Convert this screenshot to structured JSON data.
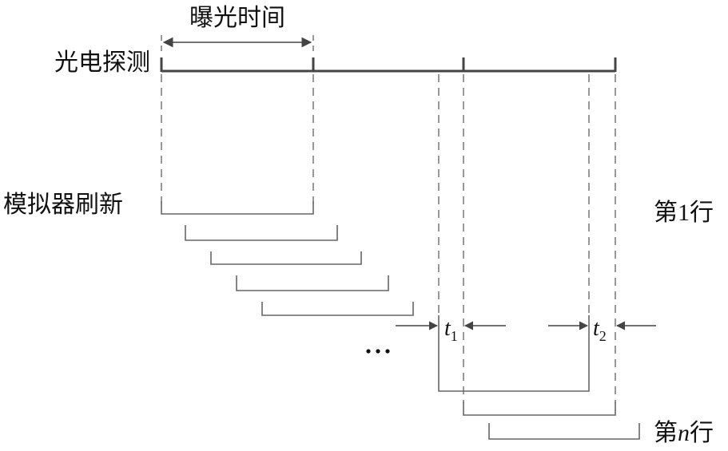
{
  "labels": {
    "exposure_time": "曝光时间",
    "photo_detection": "光电探测",
    "simulator_refresh": "模拟器刷新",
    "row_first_prefix": "第",
    "row_first_num": "1",
    "row_first_suffix": "行",
    "row_n_prefix": "第",
    "row_n_var": "n",
    "row_n_suffix": "行",
    "t1_main": "t",
    "t1_sub": "1",
    "t2_main": "t",
    "t2_sub": "2",
    "ellipsis": "…"
  },
  "colors": {
    "timeline": "#444444",
    "bracket": "#555555",
    "dashed": "#555555",
    "arrow": "#444444",
    "text": "#111111"
  }
}
